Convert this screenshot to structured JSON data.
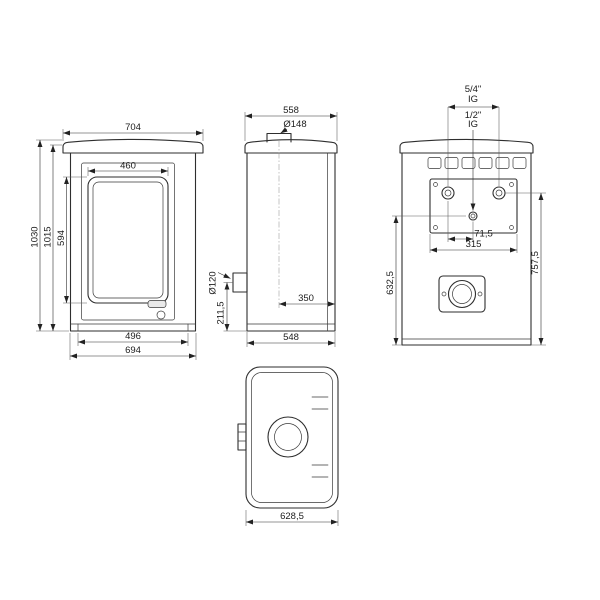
{
  "dims": {
    "front": {
      "top_width": "704",
      "glass_width": "460",
      "total_height": "1030",
      "body_height": "1015",
      "glass_height": "594",
      "base_width": "496",
      "bottom_width": "694"
    },
    "side": {
      "top_depth": "558",
      "flue_diameter": "Ø148",
      "rear_outlet_diameter": "Ø120",
      "flue_to_front": "350",
      "outlet_height": "211,5",
      "bottom_depth": "548"
    },
    "rear": {
      "large_fitting_size": "5/4\"",
      "large_fitting_thread": "IG",
      "small_fitting_size": "1/2\"",
      "small_fitting_thread": "IG",
      "fitting_offset": "71,5",
      "panel_width": "315",
      "small_fitting_height": "632,5",
      "large_fitting_height": "757,5"
    },
    "plan": {
      "overall_depth": "628,5"
    }
  }
}
